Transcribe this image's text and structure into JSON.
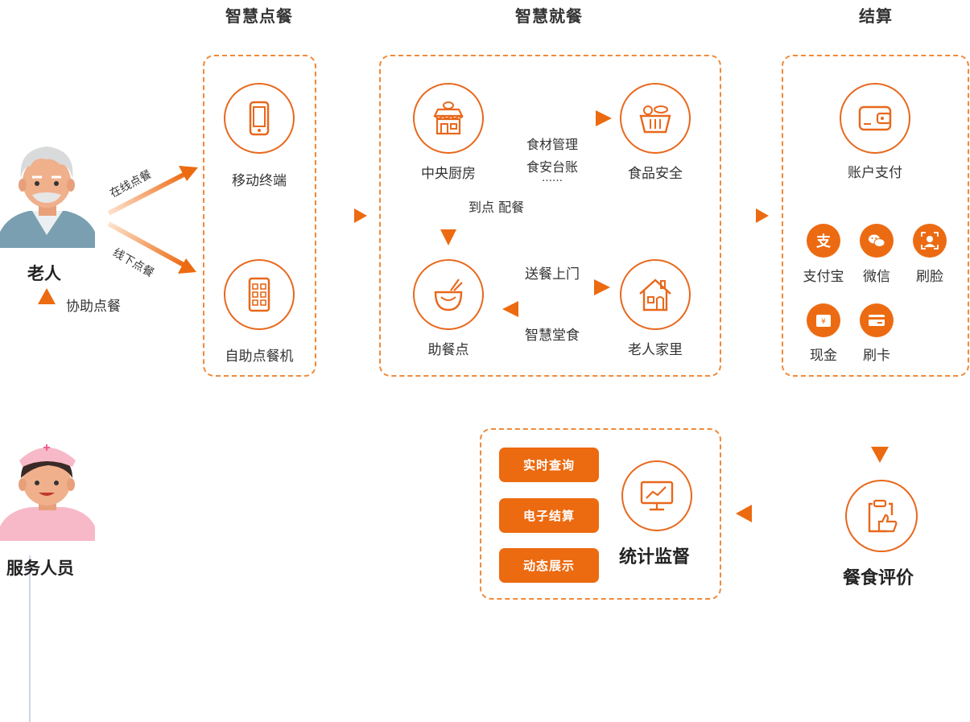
{
  "columns": {
    "ordering_title": "智慧点餐",
    "dining_title": "智慧就餐",
    "settlement_title": "结算"
  },
  "people": {
    "elder": "老人",
    "staff": "服务人员"
  },
  "links": {
    "online_order": "在线点餐",
    "offline_order": "线下点餐",
    "assist_order": "协助点餐"
  },
  "ordering": {
    "mobile": "移动终端",
    "kiosk": "自助点餐机"
  },
  "dining": {
    "kitchen": "中央厨房",
    "food_safety": "食品安全",
    "ingredients_line1": "食材管理",
    "ingredients_line2": "食安台账",
    "ellipsis": "……",
    "delivery_to_point": "到点 配餐",
    "meal_point": "助餐点",
    "door_delivery": "送餐上门",
    "smart_canteen": "智慧堂食",
    "elder_home": "老人家里"
  },
  "settlement": {
    "account_pay": "账户支付",
    "methods": [
      "支付宝",
      "微信",
      "刷脸",
      "现金",
      "刷卡"
    ]
  },
  "review": {
    "label": "餐食评价"
  },
  "stats": {
    "label": "统计监督",
    "buttons": [
      "实时查询",
      "电子结算",
      "动态展示"
    ]
  },
  "colors": {
    "accent": "#ec6a10",
    "dash": "#f08a3a",
    "arrow_light": "#fbd5b8"
  }
}
